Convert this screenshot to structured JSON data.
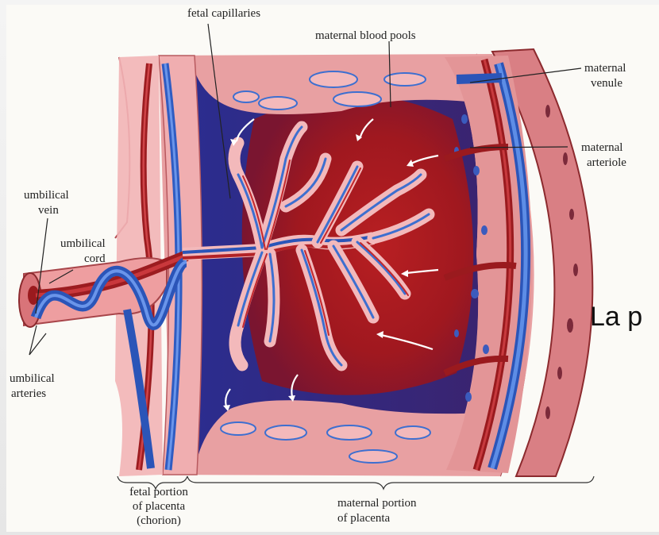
{
  "slide": {
    "title_fragment": "La p"
  },
  "diagram": {
    "labels": {
      "fetal_capillaries": "fetal capillaries",
      "maternal_blood_pools": "maternal blood pools",
      "maternal_venule_1": "maternal",
      "maternal_venule_2": "venule",
      "maternal_arteriole_1": "maternal",
      "maternal_arteriole_2": "arteriole",
      "umbilical_vein_1": "umbilical",
      "umbilical_vein_2": "vein",
      "umbilical_cord_1": "umbilical",
      "umbilical_cord_2": "cord",
      "umbilical_arteries_1": "umbilical",
      "umbilical_arteries_2": "arteries",
      "fetal_portion_1": "fetal portion",
      "fetal_portion_2": "of placenta",
      "fetal_portion_3": "(chorion)",
      "maternal_portion_1": "maternal portion",
      "maternal_portion_2": "of placenta"
    },
    "colors": {
      "tissue_pink": "#e99a9c",
      "artery_red": "#b8282c",
      "vein_blue": "#3d6fd0",
      "blood_pool_navy": "#2a2a8c",
      "pool_red": "#b51e22"
    }
  }
}
